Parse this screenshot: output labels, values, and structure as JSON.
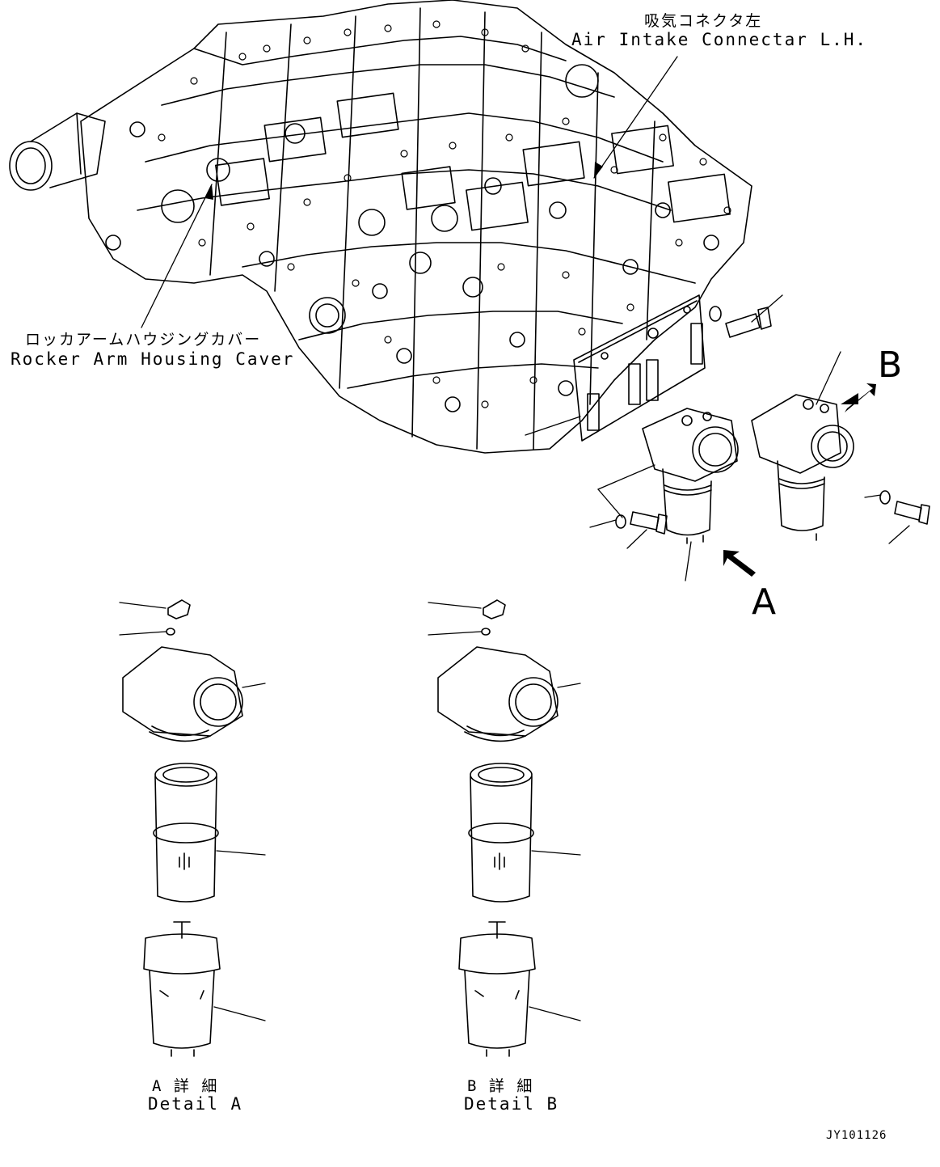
{
  "labels": {
    "air_intake_jp": "吸気コネクタ左",
    "air_intake_en": "Air Intake Connectar L.H.",
    "rocker_jp": "ロッカアームハウジングカバー",
    "rocker_en": "Rocker Arm Housing Caver",
    "view_a": "A",
    "view_b": "B",
    "detail_a_jp": "A 詳 細",
    "detail_a_en": "Detail A",
    "detail_b_jp": "B 詳 細",
    "detail_b_en": "Detail B",
    "drawing_no": "JY101126"
  }
}
